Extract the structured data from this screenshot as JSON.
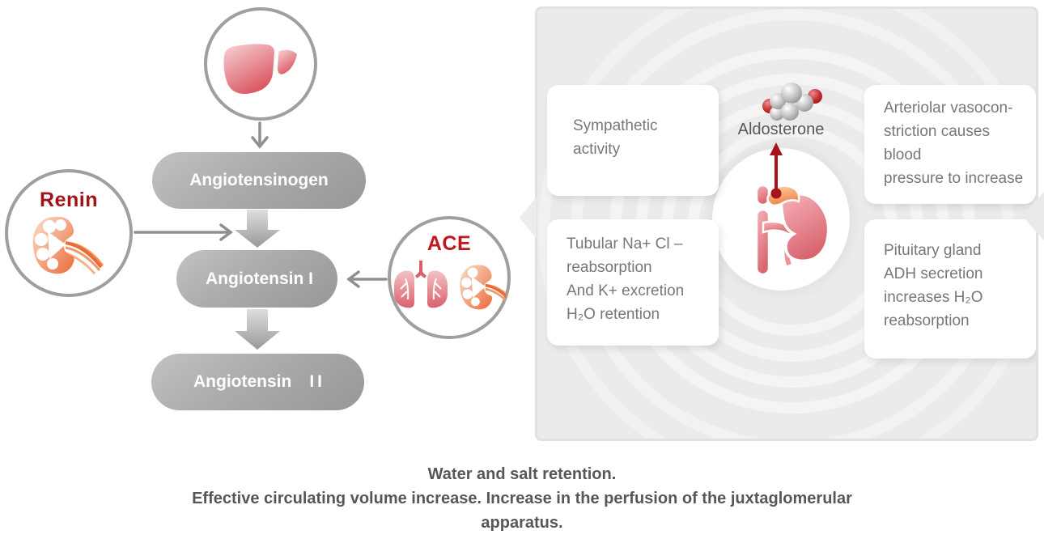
{
  "cascade": {
    "icons": {
      "liver": "liver-icon",
      "renin_kidney": "kidney-icon",
      "ace_organs": "lungs-and-kidney-icon",
      "adrenal_kidney": "kidney-adrenal-gland-icon",
      "aldosterone_molecule": "molecule-icon"
    },
    "enzymes": {
      "renin": "Renin",
      "ace": "ACE"
    },
    "nodes": {
      "angiotensinogen": "Angiotensinogen",
      "angiotensin1": {
        "label": "Angiotensin",
        "numeral": "I"
      },
      "angiotensin2": {
        "label": "Angiotensin",
        "numeral": "II"
      }
    }
  },
  "panel": {
    "aldosterone_label": "Aldosterone",
    "cards": {
      "sympathetic": "Sympathetic\nactivity",
      "tubular": "Tubular Na+ Cl –\nreabsorption\nAnd K+ excretion\nH₂O retention",
      "arteriolar": "Arteriolar vasocon-\nstriction causes blood\npressure to increase",
      "pituitary": "Pituitary gland\nADH secretion\nincreases H₂O\nreabsorption"
    }
  },
  "caption": "Water and salt retention.\nEffective circulating volume increase. Increase in the perfusion of the juxtaglomerular\napparatus.",
  "colors": {
    "renin_red": "#a31217",
    "ace_red": "#c3161d",
    "arrow_red": "#a6131c",
    "pill_gray": "#a8a8a8",
    "panel_gray": "#ebebeb",
    "card_text": "#777777",
    "caption_text": "#565759"
  }
}
